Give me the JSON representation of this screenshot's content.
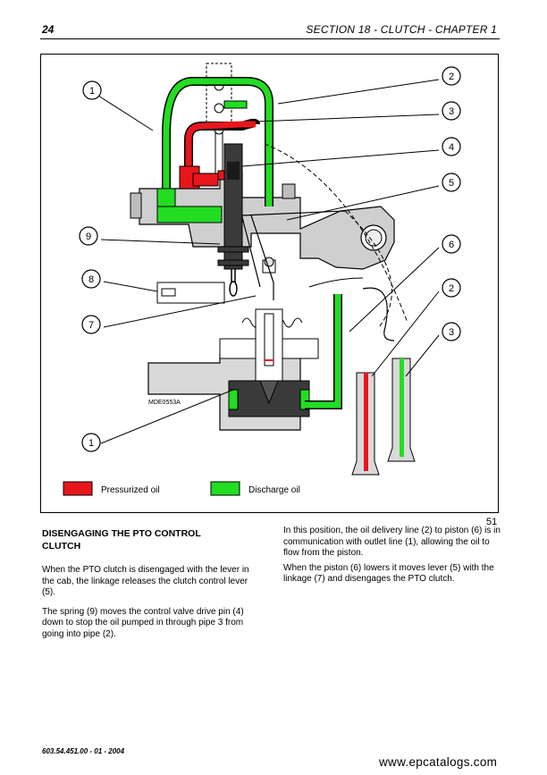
{
  "header": {
    "page_number": "24",
    "section_title": "SECTION 18 - CLUTCH - CHAPTER 1"
  },
  "figure": {
    "figure_number": "51",
    "drawing_code": "MDE0553A",
    "callouts": [
      "1",
      "2",
      "3",
      "4",
      "5",
      "9",
      "8",
      "7",
      "6",
      "2",
      "3",
      "1"
    ],
    "legend": {
      "pressurized_label": "Pressurized oil",
      "discharge_label": "Discharge oil"
    },
    "colors": {
      "pressurized": "#e8161b",
      "discharge": "#22dd22",
      "housing": "#c8c8c8",
      "dark": "#3a3a3a"
    }
  },
  "text": {
    "heading_line1": "DISENGAGING THE PTO CONTROL",
    "heading_line2": "CLUTCH",
    "left_p1": "When the PTO clutch is disengaged with the lever in the cab, the linkage releases the clutch control lever (5).",
    "left_p2": "The spring (9) moves the control valve drive pin (4) down to stop the oil pumped in through pipe 3 from going into pipe (2).",
    "right_p1": "In this position, the oil delivery line (2) to piston (6) is in communication with outlet line (1), allowing the oil to flow from the piston.",
    "right_p2": "When the piston (6) lowers it moves lever (5) with the linkage (7) and disengages the PTO clutch."
  },
  "footer": {
    "doc_code": "603.54.451.00 - 01 - 2004",
    "site": "www.epcatalogs.com"
  }
}
